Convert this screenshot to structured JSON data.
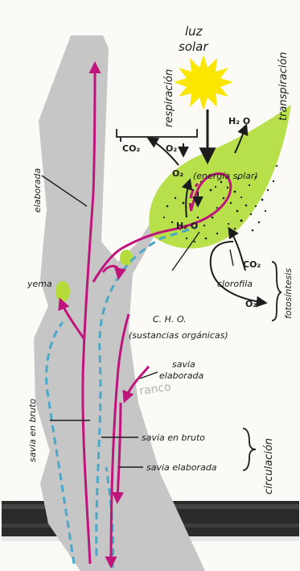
{
  "labels": {
    "luz": "luz",
    "solar": "solar",
    "transpiracion": "transpiración",
    "respiracion": "respiración",
    "co2_resp": "CO₂",
    "o2_resp": "O₂",
    "h2o_transp": "H₂ O",
    "o2_leaf": "O₂",
    "energia_solar": "(energía solar)",
    "h2o_leaf": "H₂ O",
    "co2_foto": "CO₂",
    "clorofila": "clorofila",
    "o2_foto": "O₂",
    "fotosintesis": "fotosíntesis",
    "cho": "C. H. O.",
    "sustancias": "(sustancias orgánicas)",
    "elaborada": "elaborada",
    "yema": "yema",
    "savia_elaborada_1": "savia",
    "savia_elaborada_2": "elaborada",
    "savia_en_bruto_vertical": "savia en bruto",
    "savia_en_bruto": "savia   en bruto",
    "savia_elaborada": "savia  elaborada",
    "circulacion": "circulación",
    "watermark": "ranco"
  },
  "colors": {
    "trunk": "#c6c6c6",
    "leaf": "#b8e04a",
    "bud": "#b5dc3a",
    "sun": "#fbe600",
    "elaborated_sap": "#c0147d",
    "raw_sap": "#4aa8c8",
    "soil": "#1e1e1e",
    "ink": "#1c1c1c"
  },
  "icons": {
    "sun": "sun-icon",
    "soil": "soil-texture"
  }
}
